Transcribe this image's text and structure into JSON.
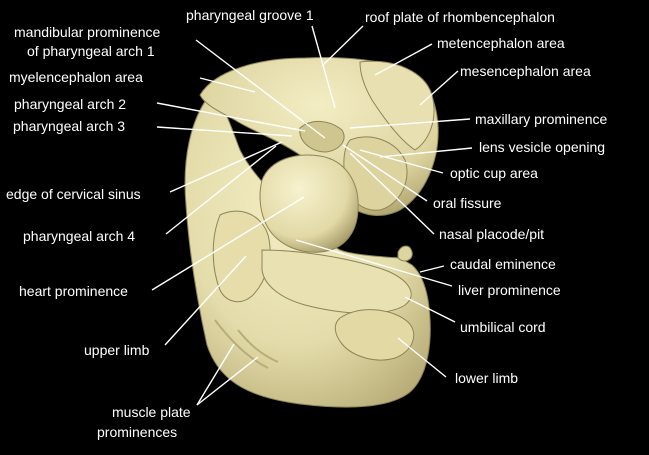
{
  "figure": {
    "background": "#000000",
    "specimen_color": "#e9e4b6",
    "label_color": "#ffffff"
  },
  "labels": {
    "pharyngeal_groove_1": "pharyngeal groove 1",
    "roof_plate": "roof plate of rhombencephalon",
    "mandibular_line1": "mandibular prominence",
    "mandibular_line2": "of pharyngeal arch 1",
    "metencephalon": "metencephalon area",
    "myelencephalon": "myelencephalon area",
    "mesencephalon": "mesencephalon area",
    "pharyngeal_arch_2": "pharyngeal arch 2",
    "pharyngeal_arch_3": "pharyngeal arch 3",
    "maxillary": "maxillary prominence",
    "lens_vesicle": "lens vesicle opening",
    "optic_cup": "optic cup area",
    "cervical_sinus": "edge of cervical sinus",
    "oral_fissure": "oral fissure",
    "pharyngeal_arch_4": "pharyngeal arch 4",
    "nasal_placode": "nasal placode/pit",
    "caudal_eminence": "caudal eminence",
    "heart": "heart prominence",
    "liver": "liver prominence",
    "umbilical_cord": "umbilical cord",
    "upper_limb": "upper limb",
    "lower_limb": "lower limb",
    "muscle_line1": "muscle plate",
    "muscle_line2": "prominences"
  }
}
